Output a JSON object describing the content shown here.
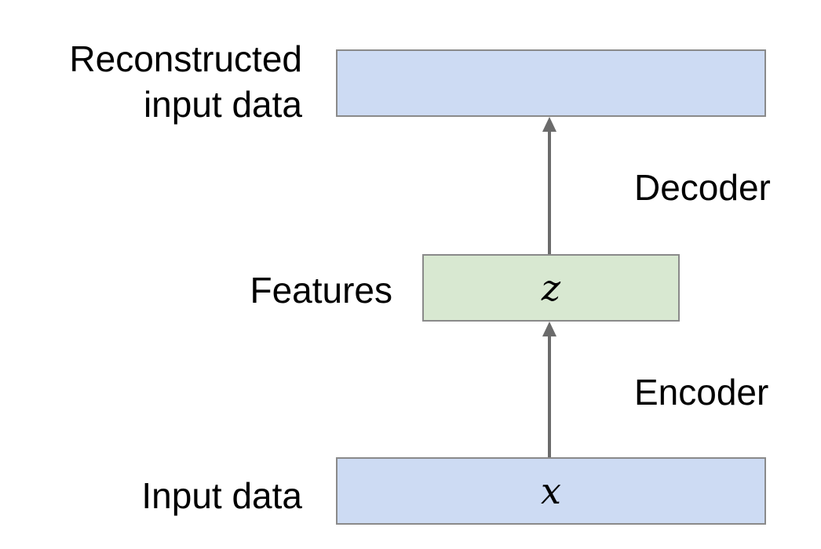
{
  "diagram": {
    "nodes": {
      "reconstructed": {
        "label_lines": [
          "Reconstructed",
          "input data"
        ],
        "symbol": ""
      },
      "features": {
        "label": "Features",
        "symbol": "z"
      },
      "input": {
        "label": "Input data",
        "symbol": "x"
      }
    },
    "edges": {
      "decoder": {
        "label": "Decoder",
        "from": "features",
        "to": "reconstructed"
      },
      "encoder": {
        "label": "Encoder",
        "from": "input",
        "to": "features"
      }
    },
    "colors": {
      "data_box_fill": "#cddbf3",
      "feature_box_fill": "#d8e8d1",
      "box_border": "#8a8a8a",
      "arrow": "#6b6b6b"
    }
  }
}
